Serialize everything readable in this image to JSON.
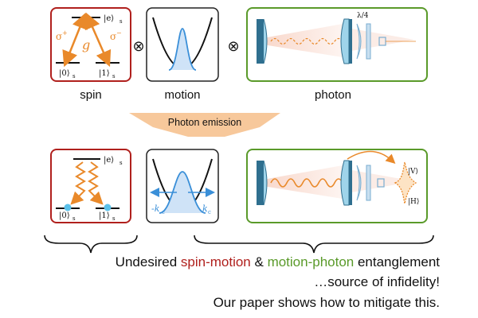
{
  "top": {
    "spin": {
      "label": "spin",
      "excited": "|e⟩",
      "ground0": "|0⟩",
      "ground1": "|1⟩",
      "sub": "s",
      "sigma_plus": "σ",
      "sigma_plus_sup": "+",
      "sigma_minus": "σ",
      "sigma_minus_sup": "−",
      "coupling": "g"
    },
    "motion": {
      "label": "motion"
    },
    "photon": {
      "label": "photon",
      "waveplate": "λ/4"
    },
    "tensor": "⊗"
  },
  "banner": {
    "label": "Photon emission"
  },
  "bottom": {
    "spin": {
      "excited": "|e⟩",
      "ground0": "|0⟩",
      "ground1": "|1⟩",
      "sub": "s"
    },
    "motion": {
      "k_left": "-k",
      "k_right": "k",
      "k_sub": "c"
    },
    "photon": {
      "pol_v": "|V⟩",
      "pol_h": "|H⟩"
    }
  },
  "caption": {
    "line1_a": "Undesired ",
    "line1_b": "spin-motion",
    "line1_c": " & ",
    "line1_d": "motion-photon",
    "line1_e": " entanglement",
    "line2": "…source of infidelity!",
    "line3": "Our paper shows how to mitigate this."
  },
  "colors": {
    "spin_border": "#b0201d",
    "motion_border": "#222222",
    "photon_border": "#5a9a2a",
    "arrow_orange": "#e9892a",
    "blue": "#3a8fd8",
    "banner": "#f7c89b",
    "red_text": "#b0201d",
    "green_text": "#5a9a2a"
  }
}
